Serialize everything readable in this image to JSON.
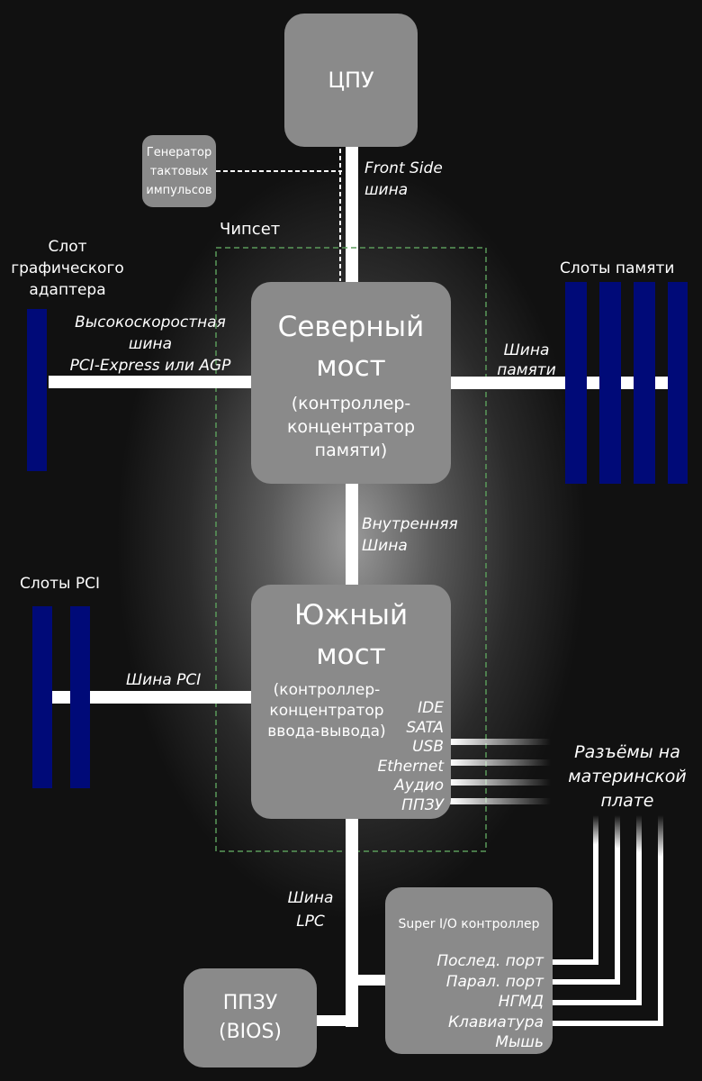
{
  "cpu": "ЦПУ",
  "clock": [
    "Генератор",
    "тактовых",
    "импульсов"
  ],
  "fsb": [
    "Front Side",
    "шина"
  ],
  "chipset": "Чипсет",
  "gpu_slot": [
    "Слот",
    "графического",
    "адаптера"
  ],
  "pcie_bus": [
    "Высокоскоростная",
    "шина",
    "PCI-Express или AGP"
  ],
  "north": {
    "title": [
      "Северный",
      "мост"
    ],
    "sub": [
      "(контроллер-",
      "концентратор",
      "памяти)"
    ]
  },
  "mem_slots": "Слоты памяти",
  "mem_bus": [
    "Шина",
    "памяти"
  ],
  "internal_bus": [
    "Внутренняя",
    "Шина"
  ],
  "pci_slots": "Слоты PCI",
  "pci_bus": "Шина PCI",
  "south": {
    "title": [
      "Южный",
      "мост"
    ],
    "sub": [
      "(контроллер-",
      "концентратор",
      "ввода-вывода)"
    ],
    "ports": [
      "IDE",
      "SATA",
      "USB",
      "Ethernet",
      "Аудио",
      "ППЗУ"
    ]
  },
  "onboard": [
    "Разъёмы на",
    "материнской",
    "плате"
  ],
  "lpc_bus": [
    "Шина",
    "LPC"
  ],
  "superio": {
    "title": "Super I/O контроллер",
    "ports": [
      "Послед. порт",
      "Парал. порт",
      "НГМД",
      "Клавиатура",
      "Мышь"
    ]
  },
  "bios": [
    "ППЗУ",
    "(BIOS)"
  ]
}
